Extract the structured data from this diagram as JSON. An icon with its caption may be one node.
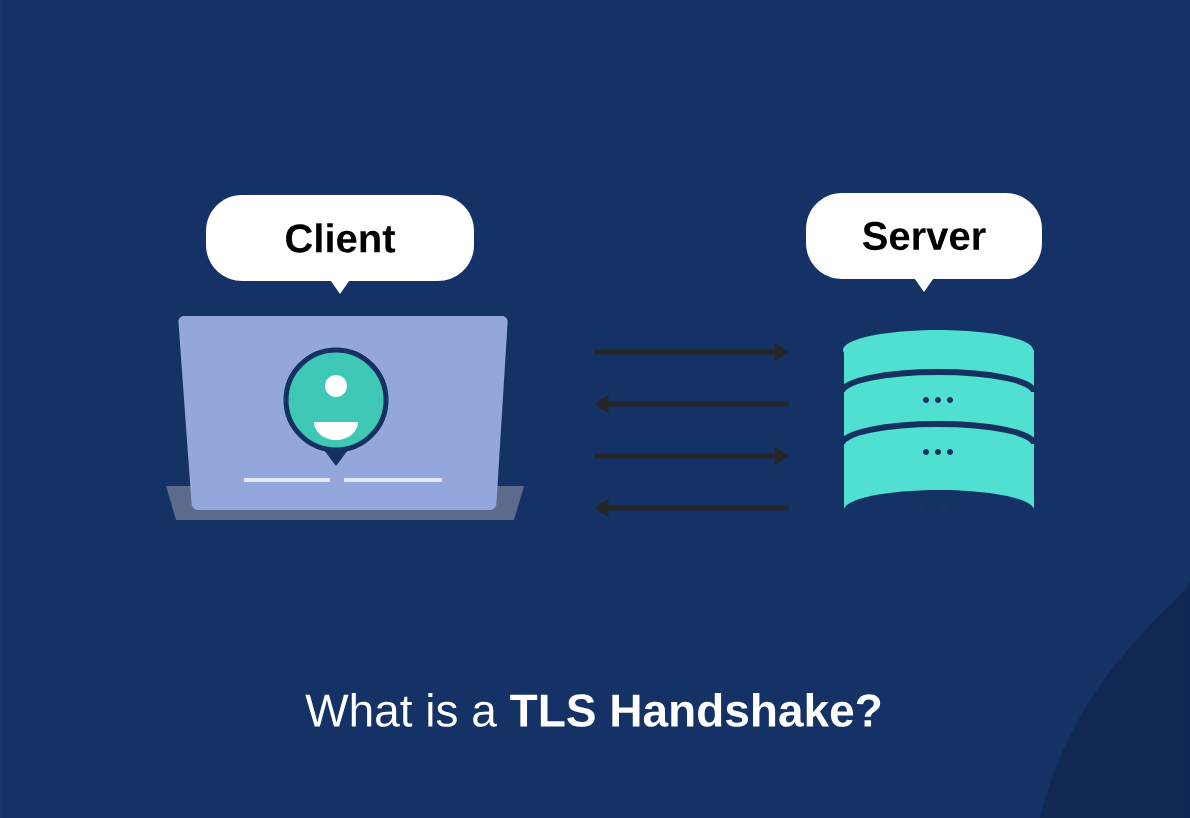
{
  "diagram": {
    "title": "What is a **TLS Handshake?**",
    "nodes": [
      {
        "text": [
          "Client"
        ]
      },
      {
        "text": [],
        "shape": "picture"
      },
      {
        "text": [
          "Server"
        ]
      },
      {
        "text": [],
        "shape": "cylinder"
      }
    ],
    "edges": [
      {
        "from": 1,
        "to": 3,
        "arrow": "to"
      },
      {
        "from": 3,
        "to": 1,
        "arrow": "to"
      },
      {
        "from": 1,
        "to": 3,
        "arrow": "to"
      },
      {
        "from": 3,
        "to": 1,
        "arrow": "to"
      }
    ]
  }
}
